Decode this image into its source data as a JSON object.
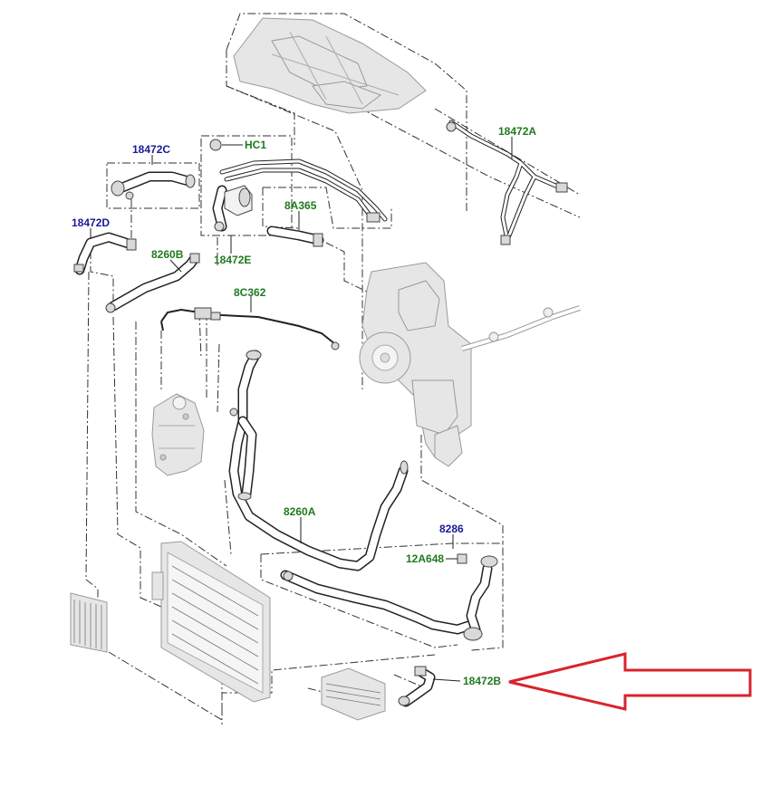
{
  "diagram": {
    "labels": {
      "l18472A": "18472A",
      "lHC1": "HC1",
      "l18472C": "18472C",
      "l18472D": "18472D",
      "l8A365": "8A365",
      "l8260B": "8260B",
      "l18472E": "18472E",
      "l8C362": "8C362",
      "l8260A": "8260A",
      "l8286": "8286",
      "l12A648": "12A648",
      "l18472B": "18472B"
    },
    "colors": {
      "part_label_green": "#1f7a1f",
      "part_label_blue": "#1a1a9a",
      "pointer_arrow": "#d9232d"
    }
  }
}
